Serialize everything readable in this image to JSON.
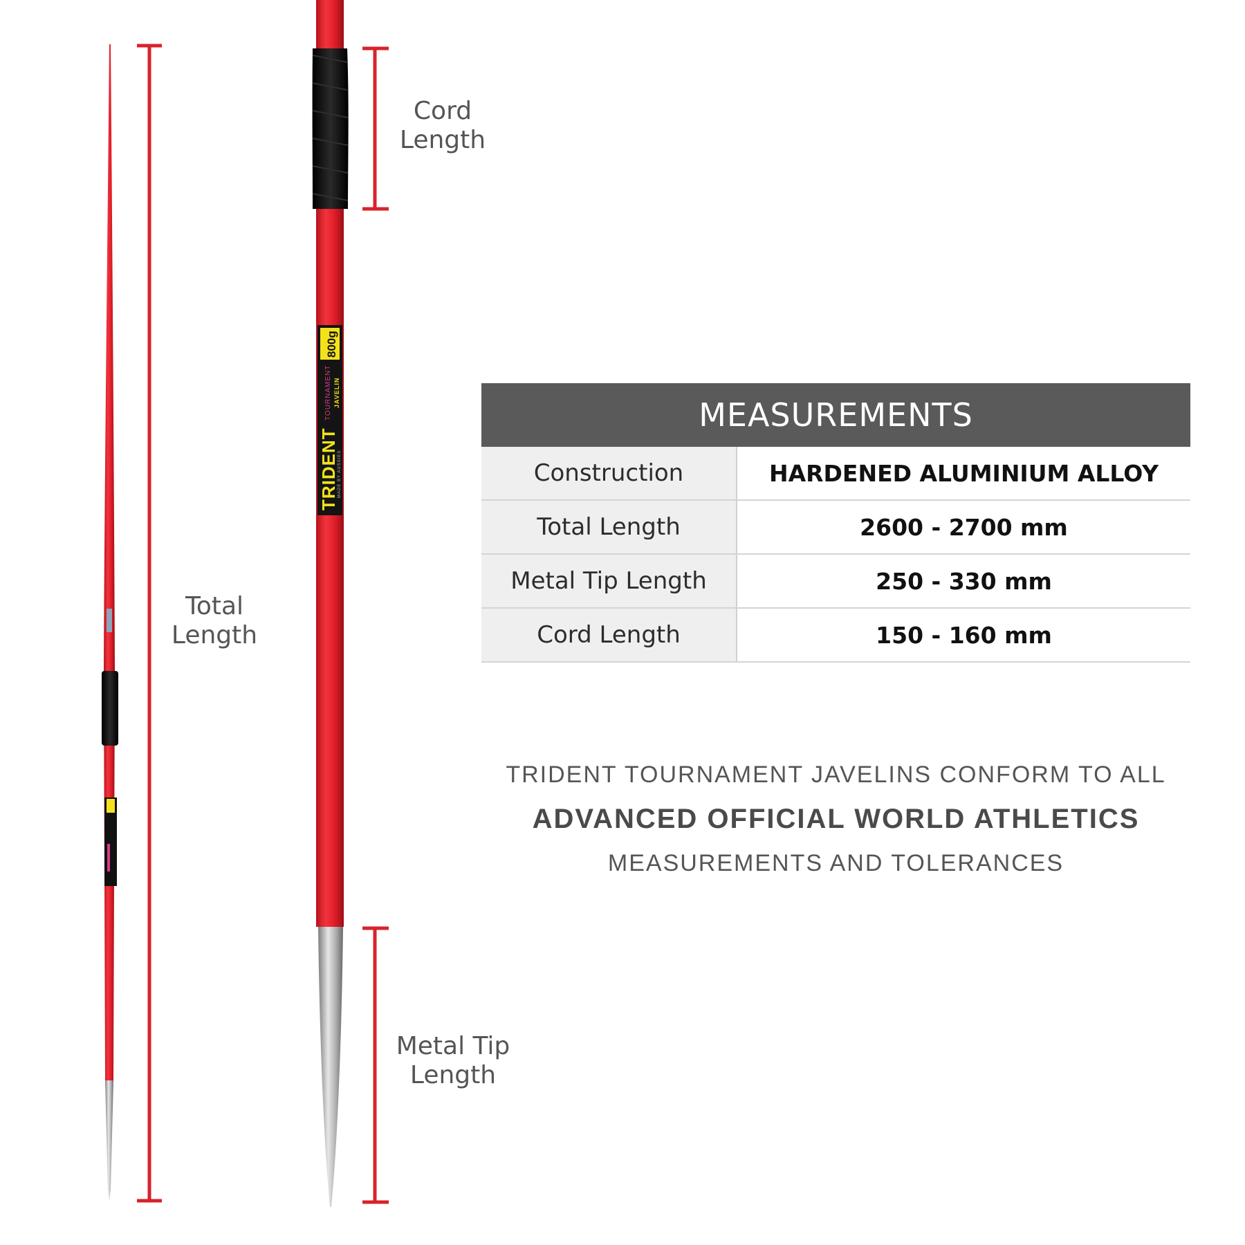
{
  "dimension_labels": {
    "total_length": [
      "Total",
      "Length"
    ],
    "cord_length": [
      "Cord",
      "Length"
    ],
    "metal_tip_length": [
      "Metal Tip",
      "Length"
    ]
  },
  "javelin_branding": {
    "brand": "TRIDENT",
    "model": "TOURNAMENT",
    "type": "JAVELIN",
    "weight": "800g",
    "origin": "MADE BY AUSSIES"
  },
  "measurements_table": {
    "title": "MEASUREMENTS",
    "rows": [
      {
        "label": "Construction",
        "value": "HARDENED ALUMINIUM ALLOY"
      },
      {
        "label": "Total Length",
        "value": "2600 - 2700 mm"
      },
      {
        "label": "Metal Tip Length",
        "value": "250 - 330 mm"
      },
      {
        "label": "Cord Length",
        "value": "150 - 160 mm"
      }
    ]
  },
  "conformity_note": {
    "line1": "TRIDENT TOURNAMENT JAVELINS CONFORM TO ALL",
    "line2": "ADVANCED OFFICIAL WORLD ATHLETICS",
    "line3": "MEASUREMENTS AND TOLERANCES"
  },
  "colors": {
    "javelin_red": "#e8202b",
    "bracket_red": "#d8232a",
    "cord_black": "#111111",
    "metal_silver": "#b5b5b5",
    "label_yellow": "#f3e21b",
    "header_gray": "#5a5a5a"
  }
}
